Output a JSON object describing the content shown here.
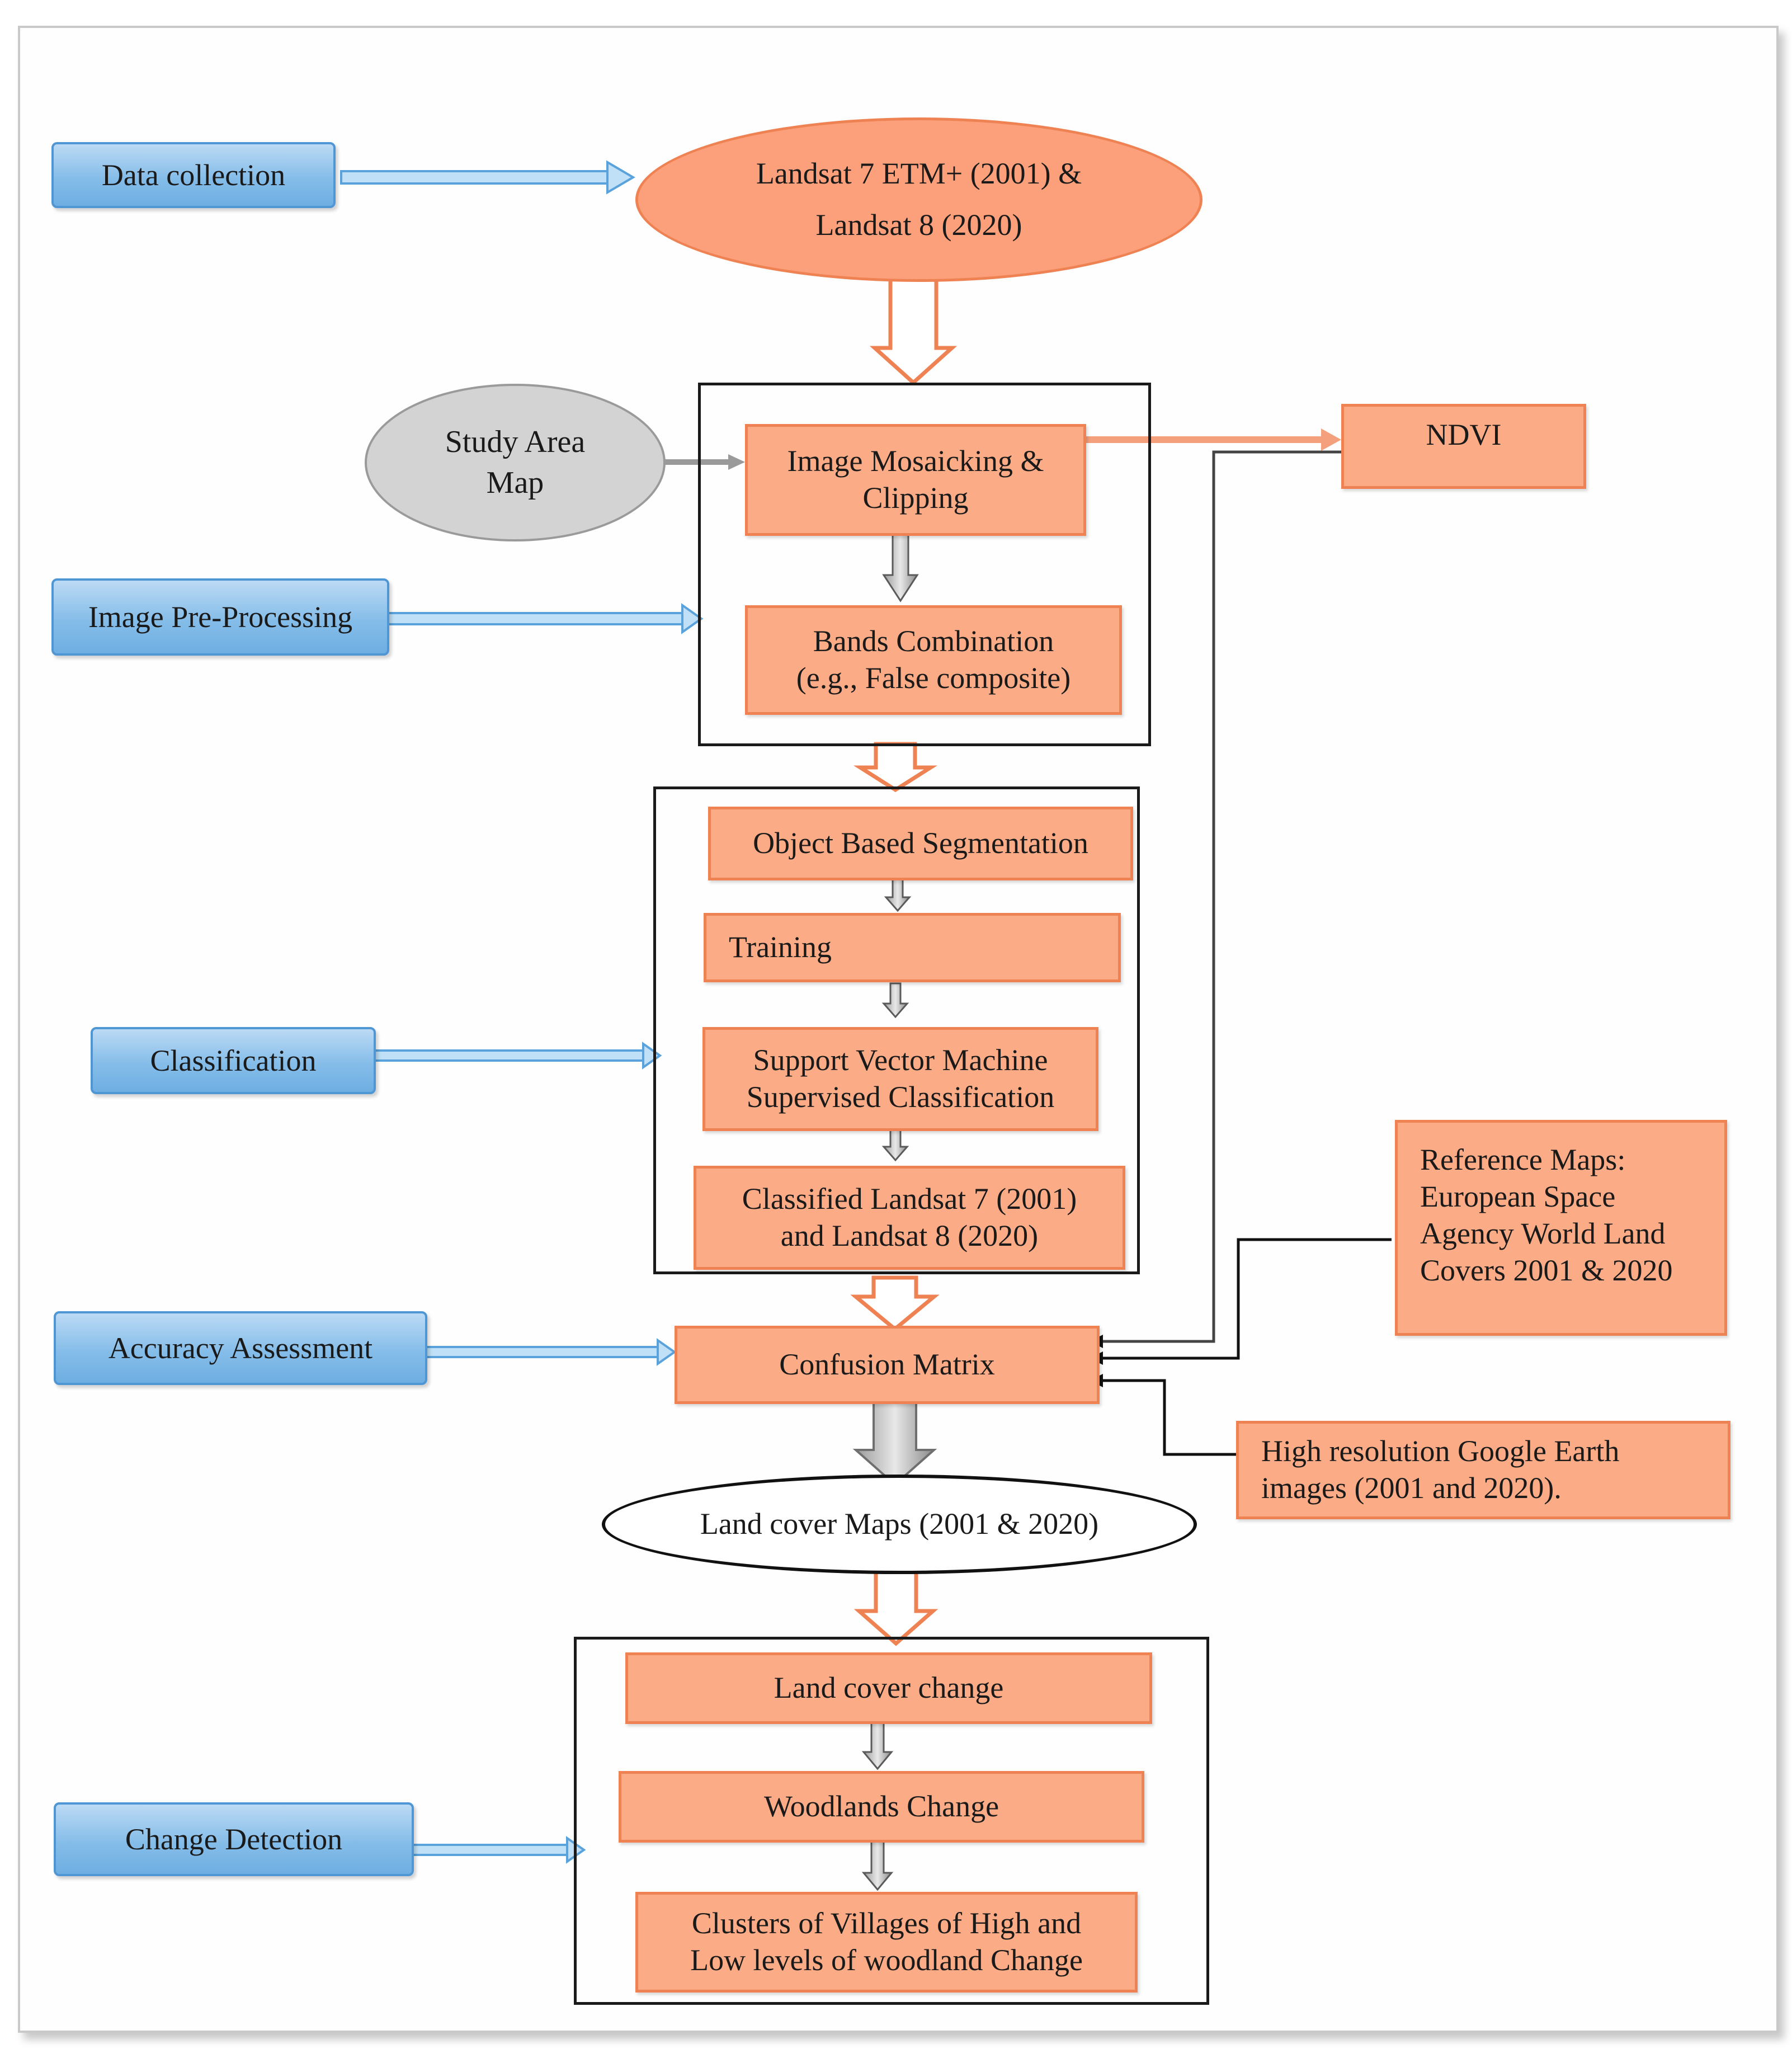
{
  "stages": {
    "data_collection": "Data collection",
    "pre_processing": "Image Pre-Processing",
    "classification": "Classification",
    "accuracy": "Accuracy Assessment",
    "change_detection": "Change Detection"
  },
  "nodes": {
    "landsat_input": "Landsat 7 ETM+ (2001) &\nLandsat 8 (2020)",
    "study_area": "Study Area\nMap",
    "mosaicking": "Image Mosaicking &\nClipping",
    "bands": "Bands Combination\n(e.g., False composite)",
    "ndvi": "NDVI",
    "segmentation": "Object Based Segmentation",
    "training": "Training",
    "svm": "Support Vector Machine\nSupervised Classification",
    "classified": "Classified Landsat 7 (2001)\nand Landsat 8 (2020)",
    "reference_maps": "Reference Maps:\nEuropean Space\nAgency World Land\nCovers 2001 & 2020",
    "confusion": "Confusion Matrix",
    "google_earth": "High resolution Google Earth\nimages (2001 and 2020).",
    "land_cover_maps": "Land cover Maps (2001 & 2020)",
    "land_cover_change": "Land cover change",
    "woodlands_change": "Woodlands Change",
    "clusters": "Clusters of Villages of High and\nLow levels of woodland Change"
  },
  "colors": {
    "stage_fill": "#85bde9",
    "stage_border": "#4f96d4",
    "process_fill": "#fbab85",
    "process_border": "#ee8253",
    "input_fill": "#d3d3d3",
    "frame": "#1a1a1a"
  }
}
